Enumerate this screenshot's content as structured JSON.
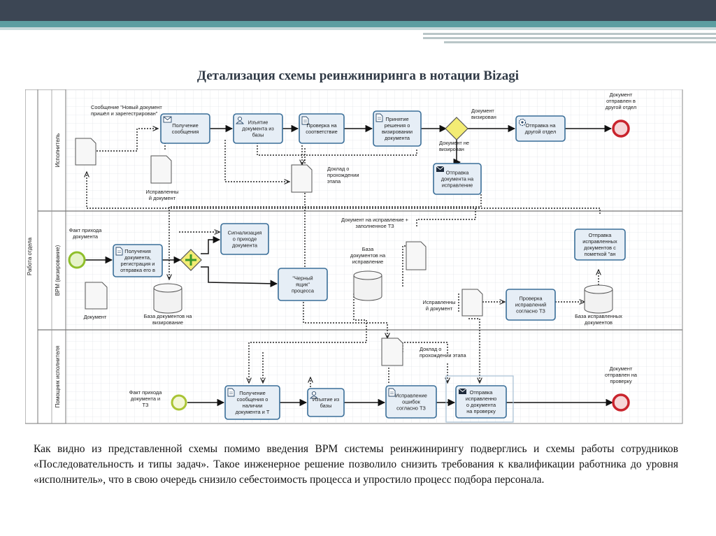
{
  "title": "Детализация схемы реинжиниринга в нотации Bizagi",
  "pool_label": "Работа отдела",
  "lanes": [
    {
      "label": "Исполнитель"
    },
    {
      "label": "BPM (визирование)"
    },
    {
      "label": "Помощник исполнителя"
    }
  ],
  "tasks": [
    {
      "id": "t1",
      "lines": [
        "Получение",
        "сообщения"
      ],
      "icon": "envelope-icon"
    },
    {
      "id": "t2",
      "lines": [
        "Изъятие",
        "документа из",
        "базы"
      ],
      "icon": "user-icon"
    },
    {
      "id": "t3",
      "lines": [
        "Проверка на",
        "соответствие"
      ],
      "icon": "document-icon"
    },
    {
      "id": "t4",
      "lines": [
        "Принятие",
        "решения о",
        "визировании",
        "документа"
      ],
      "icon": "document-icon"
    },
    {
      "id": "t5",
      "lines": [
        "Отправка на",
        "другой отдел"
      ],
      "icon": "gear-icon"
    },
    {
      "id": "t6",
      "lines": [
        "Отправка",
        "документа на",
        "исправление"
      ],
      "icon": "envelope-filled-icon"
    },
    {
      "id": "t7",
      "lines": [
        "Получения",
        "документа,",
        "регистрация и",
        "отправка его в"
      ],
      "icon": "document-icon"
    },
    {
      "id": "t8",
      "lines": [
        "Сигнализация",
        "о приходе",
        "документа"
      ],
      "icon": "none"
    },
    {
      "id": "t9",
      "lines": [
        "\"Черный",
        "ящик\"",
        "процесса"
      ],
      "icon": "none"
    },
    {
      "id": "t10",
      "lines": [
        "Проверка",
        "исправлений",
        "согласно ТЗ"
      ],
      "icon": "none"
    },
    {
      "id": "t11",
      "lines": [
        "Отправка",
        "исправленных",
        "документов с",
        "пометкой \"ан"
      ],
      "icon": "none"
    },
    {
      "id": "t12",
      "lines": [
        "Получение",
        "сообщения о",
        "наличии",
        "документа и Т"
      ],
      "icon": "document-icon"
    },
    {
      "id": "t13",
      "lines": [
        "Изъятие из",
        "базы"
      ],
      "icon": "user-icon"
    },
    {
      "id": "t14",
      "lines": [
        "Исправление",
        "ошибок",
        "согласно ТЗ"
      ],
      "icon": "document-icon"
    },
    {
      "id": "t15",
      "lines": [
        "Отправка",
        "исправленно",
        "о документа",
        "на проверку"
      ],
      "icon": "envelope-filled-icon"
    }
  ],
  "labels": [
    {
      "id": "l1",
      "lines": [
        "Сообщение \"Новый документ",
        "пришёл и зарегестрирован\""
      ]
    },
    {
      "id": "l2",
      "lines": [
        "Документ",
        "визирован"
      ]
    },
    {
      "id": "l3",
      "lines": [
        "Документ не",
        "визирован"
      ]
    },
    {
      "id": "l4",
      "lines": [
        "Документ",
        "отправлен в",
        "другой отдел"
      ]
    },
    {
      "id": "l5",
      "lines": [
        "Исправленны",
        "й документ"
      ]
    },
    {
      "id": "l6",
      "lines": [
        "Доклад о",
        "прохождении",
        "этапа"
      ]
    },
    {
      "id": "l7",
      "lines": [
        "Документ на исправление +",
        "заполненное ТЗ"
      ]
    },
    {
      "id": "l8",
      "lines": [
        "Факт прихода",
        "документа"
      ]
    },
    {
      "id": "l9",
      "lines": [
        "Документ"
      ]
    },
    {
      "id": "l10",
      "lines": [
        "База документов на",
        "визирование"
      ]
    },
    {
      "id": "l11",
      "lines": [
        "База",
        "документов на",
        "исправление"
      ]
    },
    {
      "id": "l12",
      "lines": [
        "Исправленны",
        "й документ"
      ]
    },
    {
      "id": "l13",
      "lines": [
        "База исправленных",
        "документов"
      ]
    },
    {
      "id": "l14",
      "lines": [
        "Доклад о",
        "прохождении этапа"
      ]
    },
    {
      "id": "l15",
      "lines": [
        "Факт прихода",
        "документа и",
        "ТЗ"
      ]
    },
    {
      "id": "l16",
      "lines": [
        "Документ",
        "отправлен на",
        "проверку"
      ]
    }
  ],
  "paragraph": "Как видно из представленной схемы помимо введения BPM системы реинжинирингу подверглись и схемы работы сотрудников «Последовательность и типы задач». Такое инженерное решение позволило снизить требования к квалификации работника до уровня «исполнитель», что в свою очередь снизило себестоимость процесса и упростило процесс подбора персонала.",
  "colors": {
    "header": "#3c4654",
    "accent": "#5d9ea1",
    "task_fill": "#e6eef6",
    "task_stroke": "#3a6e98",
    "gateway": "#f3ec74",
    "start_event": "#9dc83b",
    "end_event": "#d9303a"
  }
}
